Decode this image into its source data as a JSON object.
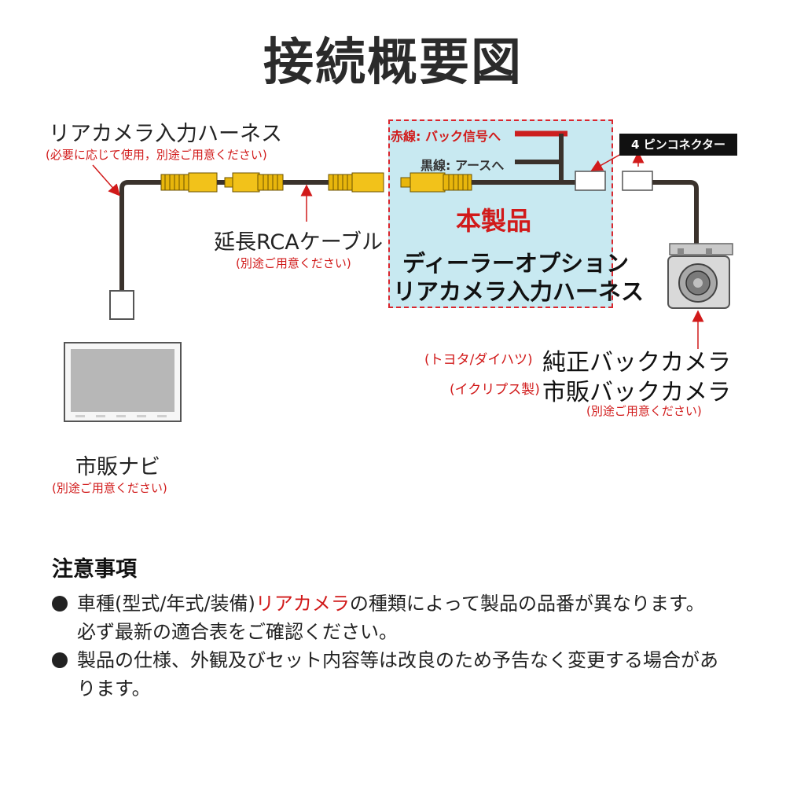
{
  "title": "接続概要図",
  "rear_harness": {
    "label": "リアカメラ入力ハーネス",
    "note": "(必要に応じて使用，別途ご用意ください)"
  },
  "extension_cable": {
    "label": "延長RCAケーブル",
    "note": "(別途ご用意ください)"
  },
  "product_box": {
    "product_label": "本製品",
    "name_line1": "ディーラーオプション",
    "name_line2": "リアカメラ入力ハーネス"
  },
  "wires": {
    "red": "赤線: バック信号へ",
    "black": "黒線: アースへ"
  },
  "connector_tag": "4 ピンコネクター",
  "camera": {
    "line1_prefix": "(トヨタ/ダイハツ)",
    "line1": "純正バックカメラ",
    "line2_prefix": "(イクリプス製)",
    "line2": "市販バックカメラ",
    "note": "(別途ご用意ください)"
  },
  "navi": {
    "label": "市販ナビ",
    "note": "(別途ご用意ください)"
  },
  "notes": {
    "title": "注意事項",
    "item1_a": "車種(型式/年式/装備)",
    "item1_highlight": "リアカメラ",
    "item1_b": "の種類によって製品の品番が異なります。",
    "item1_line2": "必ず最新の適合表をご確認ください。",
    "item2_line1": "製品の仕様、外観及びセット内容等は改良のため予告なく変更する場合があ",
    "item2_line2": "ります。"
  },
  "colors": {
    "accent_red": "#d11a1a",
    "harness_bg": "#c8e9f1",
    "cable": "#3a322c",
    "rca_yellow": "#e8b60c"
  }
}
